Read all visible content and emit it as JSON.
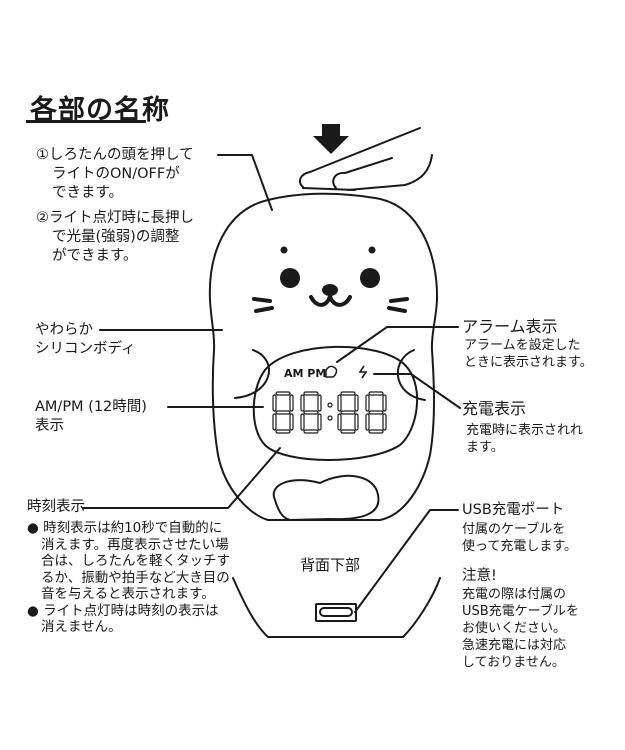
{
  "title": "各部の名称",
  "callouts": {
    "head_press": {
      "lines": [
        "①しろたんの頭を押して",
        "ライトのON/OFFが",
        "できます。",
        "②ライト点灯時に長押し",
        "で光量(強弱)の調整",
        "ができます。"
      ]
    },
    "silicone_body": {
      "lines": [
        "やわらか",
        "シリコンボディ"
      ]
    },
    "ampm": {
      "lines": [
        "AM/PM (12時間)",
        "表示"
      ]
    },
    "time_display": {
      "heading": "時刻表示",
      "bullets": [
        {
          "lines": [
            "時刻表示は約10秒で自動的に",
            "消えます。再度表示させたい場",
            "合は、しろたんを軽くタッチす",
            "るか、振動や拍手など大き目の",
            "音を与えると表示されます。"
          ]
        },
        {
          "lines": [
            "ライト点灯時は時刻の表示は",
            "消えません。"
          ]
        }
      ]
    },
    "alarm": {
      "heading": "アラーム表示",
      "lines": [
        "アラームを設定した",
        "ときに表示されます。"
      ]
    },
    "charge": {
      "heading": "充電表示",
      "lines": [
        "充電時に表示されれ",
        "ます。"
      ]
    },
    "usb_port": {
      "heading": "USB充電ポート",
      "lines": [
        "付属のケーブルを",
        "使って充電します。"
      ]
    },
    "caution": {
      "heading": "注意!",
      "lines": [
        "充電の際は付属の",
        "USB充電ケーブルを",
        "お使いください。",
        "急速充電には対応",
        "しておりません。"
      ]
    }
  },
  "device": {
    "ampm_label": "AM PM",
    "clock_digits": "88:88",
    "back_bottom_label": "背面下部"
  },
  "icons": [
    "down-arrow-icon",
    "finger-press-icon",
    "alarm-bell-icon",
    "charging-bolt-icon",
    "usb-c-port-icon"
  ],
  "colors": {
    "ink": "#1a1a1a",
    "background": "#ffffff"
  }
}
